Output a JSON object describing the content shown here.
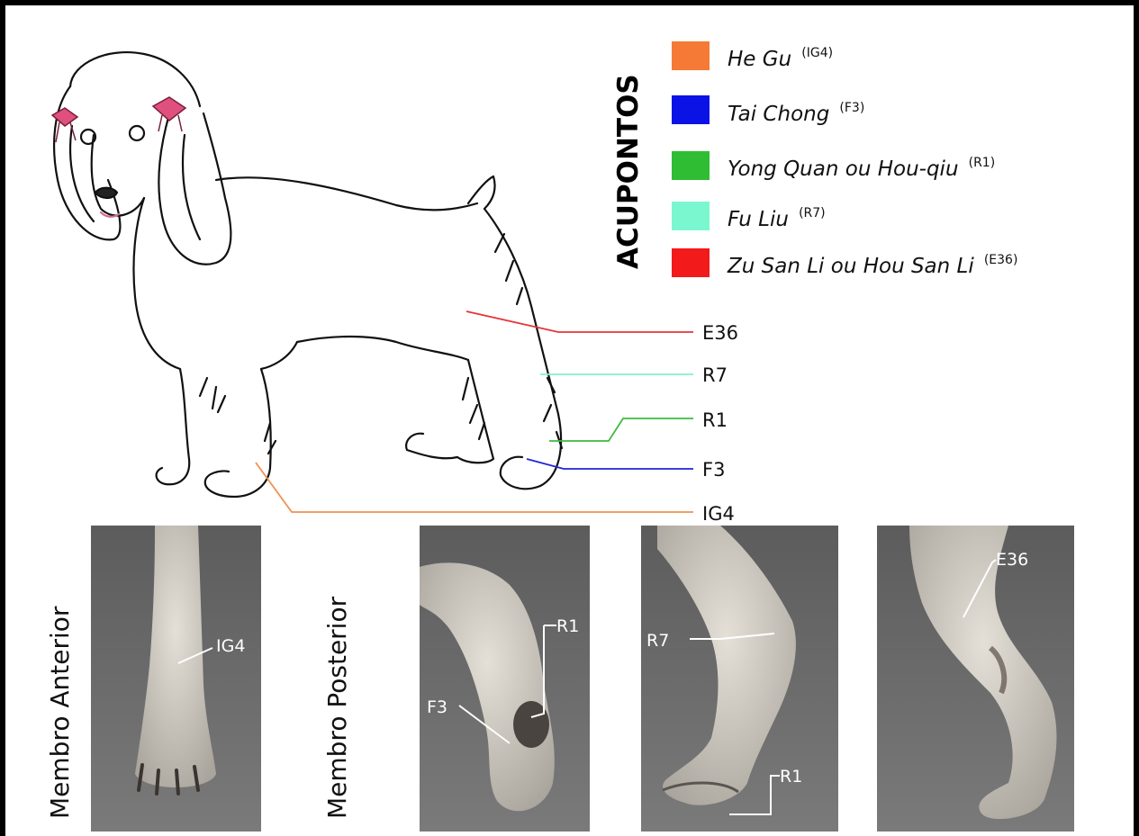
{
  "legend": {
    "title": "ACUPONTOS",
    "items": [
      {
        "name": "He Gu",
        "code": "(IG4)",
        "color": "#f47a35"
      },
      {
        "name": "Tai Chong",
        "code": "(F3)",
        "color": "#0b12e6"
      },
      {
        "name": "Yong Quan ou Hou-qiu",
        "code": "(R1)",
        "color": "#2fbd33"
      },
      {
        "name": "Fu Liu",
        "code": "(R7)",
        "color": "#7bf7cf"
      },
      {
        "name": "Zu San Li ou Hou San Li",
        "code": "(E36)",
        "color": "#f21a1a"
      }
    ]
  },
  "point_labels": {
    "e36": "E36",
    "r7": "R7",
    "r1": "R1",
    "f3": "F3",
    "ig4": "IG4"
  },
  "sections": {
    "anterior": "Membro Anterior",
    "posterior": "Membro Posterior"
  },
  "photo_labels": {
    "p1_ig4": "IG4",
    "p2_r1": "R1",
    "p2_f3": "F3",
    "p3_r7": "R7",
    "p3_r1": "R1",
    "p4_e36": "E36"
  },
  "colors": {
    "border": "#000000",
    "photo_bg": "#6b6b6b",
    "limb": "#cfcac2"
  }
}
